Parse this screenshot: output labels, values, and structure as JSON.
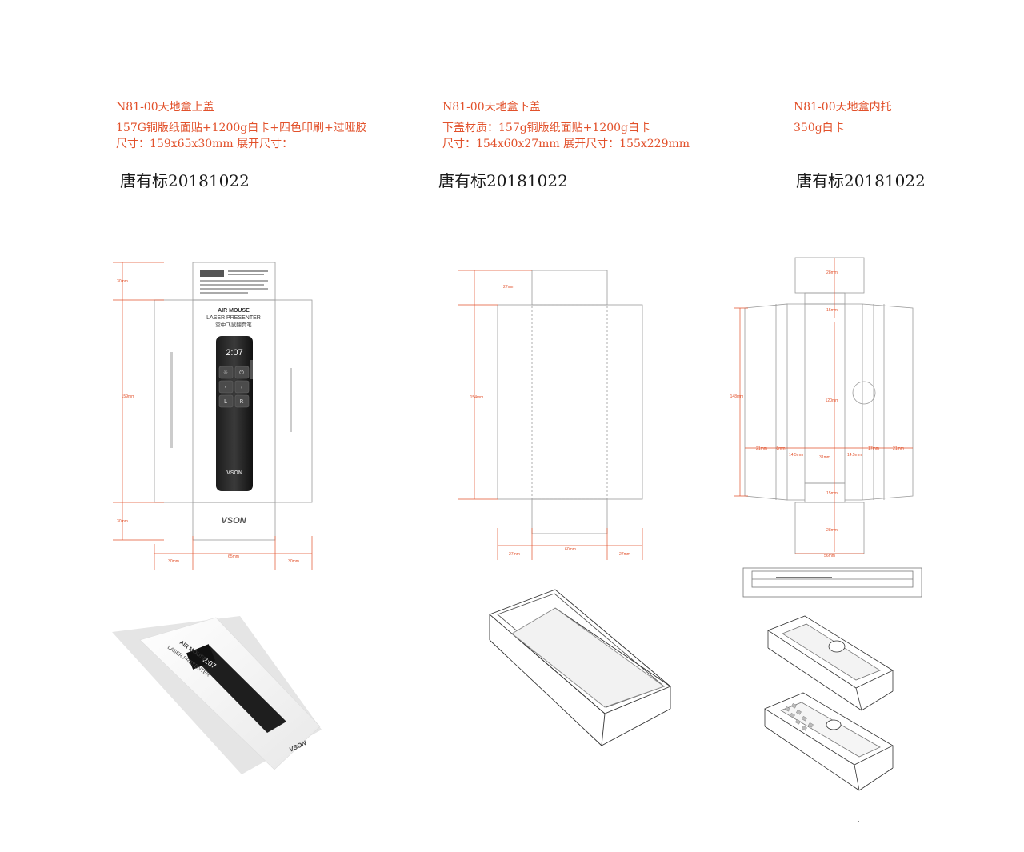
{
  "colors": {
    "accent": "#e2512b",
    "line": "#999999",
    "ink": "#1a1a1a"
  },
  "columns": [
    {
      "title": "N81-00天地盒上盖",
      "lines": [
        "157G铜版纸面贴+1200g白卡+四色印刷+过哑胶",
        "尺寸：159x65x30mm   展开尺寸："
      ],
      "signature": "唐有标20181022"
    },
    {
      "title": "N81-00天地盒下盖",
      "lines": [
        "下盖材质：157g铜版纸面贴+1200g白卡",
        "尺寸：154x60x27mm    展开尺寸：155x229mm"
      ],
      "signature": "唐有标20181022"
    },
    {
      "title": "N81-00天地盒内托",
      "lines": [
        "350g白卡"
      ],
      "signature": "唐有标20181022"
    }
  ],
  "lid_die": {
    "product_title": "AIR MOUSE",
    "product_subtitle": "LASER PRESENTER",
    "product_cn": "空中飞鼠翻页笔",
    "device_time": "2:07",
    "brand": "VSON",
    "keys": [
      "☼",
      "⏻",
      "‹",
      "›",
      "L",
      "R"
    ],
    "dims": [
      "30mm",
      "159mm",
      "30mm",
      "30mm",
      "65mm",
      "30mm"
    ]
  },
  "base_die": {
    "dims": [
      "27mm",
      "154mm",
      "27mm",
      "60mm",
      "27mm"
    ]
  },
  "tray_die": {
    "dims": [
      "28mm",
      "15mm",
      "148mm",
      "120mm",
      "21mm",
      "8mm",
      "14.5mm",
      "31mm",
      "14.5mm",
      "17mm",
      "21mm",
      "15mm",
      "28mm",
      "56mm"
    ]
  }
}
